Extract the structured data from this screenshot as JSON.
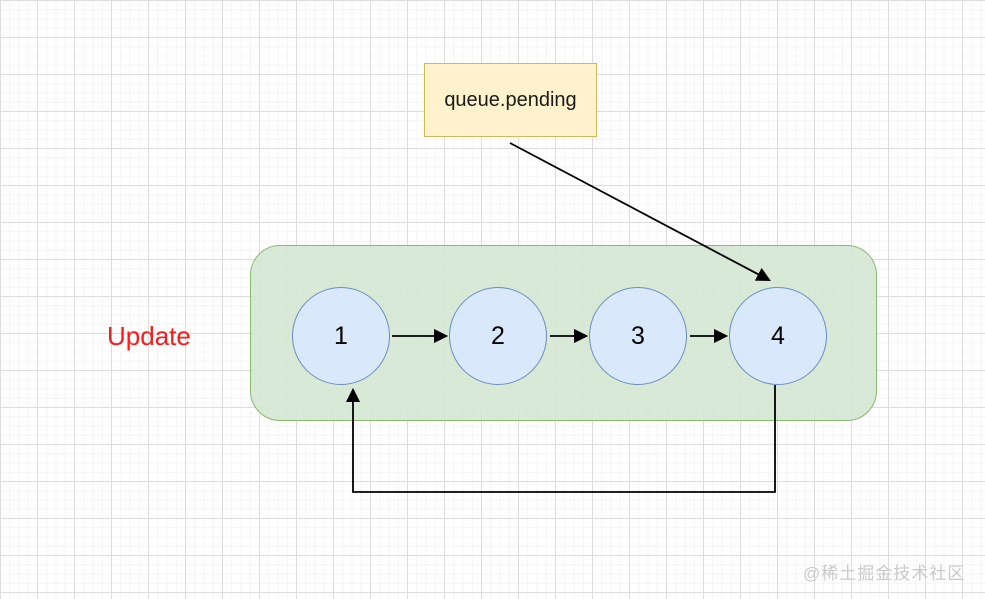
{
  "diagram": {
    "pending_box": {
      "label": "queue.pending"
    },
    "update_label": "Update",
    "nodes": [
      {
        "label": "1"
      },
      {
        "label": "2"
      },
      {
        "label": "3"
      },
      {
        "label": "4"
      }
    ],
    "watermark": "@稀土掘金技术社区"
  },
  "colors": {
    "pending_fill": "#FFF2CC",
    "pending_border": "#D6B656",
    "container_fill": "#D5E8D4",
    "container_border": "#82B366",
    "node_fill": "#DAE8FC",
    "node_border": "#6C8EBF",
    "update_text": "#FF1A1A",
    "arrow": "#000000",
    "text": "#1A1A1A",
    "watermark": "#C9C9C9",
    "grid_minor": "#F4F4F4",
    "grid_major": "#DDDDDD"
  }
}
